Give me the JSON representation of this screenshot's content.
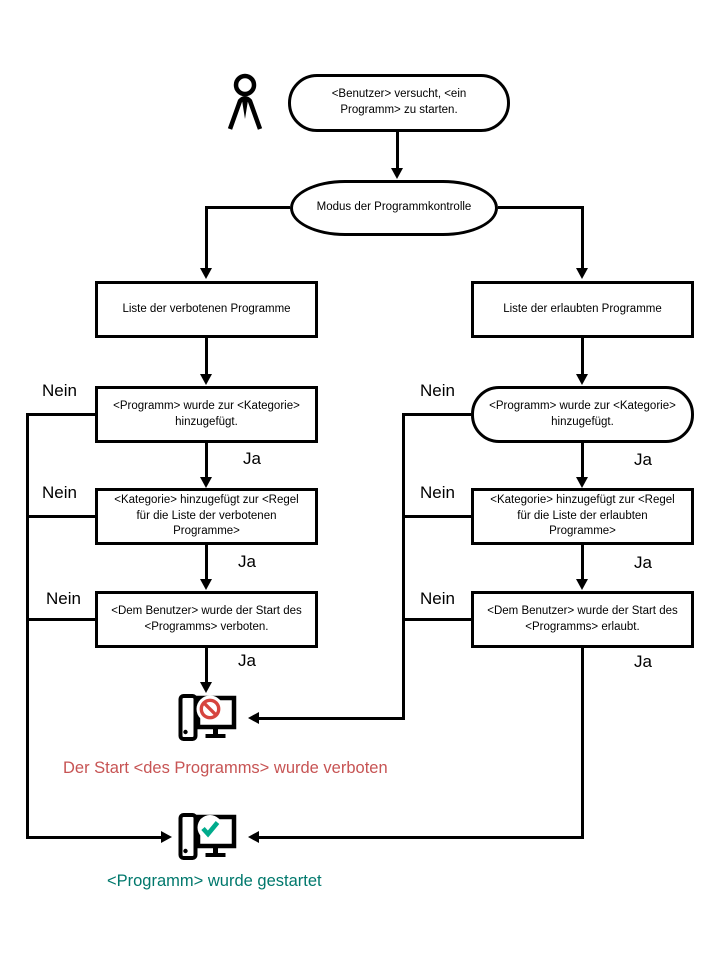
{
  "flow": {
    "start": "<Benutzer> versucht, <ein Programm> zu starten.",
    "mode": "Modus der Programmkontrolle",
    "branch_left": {
      "list": "Liste der verbotenen Programme",
      "check_category": "<Programm> wurde zur <Kategorie> hinzugefügt.",
      "check_rule": "<Kategorie> hinzugefügt zur <Regel für die Liste der verbotenen Programme>",
      "check_user": "<Dem Benutzer> wurde der Start des <Programms> verboten."
    },
    "branch_right": {
      "list": "Liste der erlaubten Programme",
      "check_category": "<Programm> wurde zur <Kategorie> hinzugefügt.",
      "check_rule": "<Kategorie> hinzugefügt zur <Regel für die Liste der erlaubten Programme>",
      "check_user": "<Dem Benutzer> wurde der Start des <Programms> erlaubt."
    },
    "labels": {
      "yes": "Ja",
      "no": "Nein"
    },
    "outcome_denied": {
      "text": "Der Start <des Programms> wurde verboten"
    },
    "outcome_started": {
      "text": "<Programm> wurde gestartet"
    },
    "colors": {
      "line": "#000000",
      "denied_sign": "#d6443e",
      "denied_text": "#c75454",
      "check": "#00ab8c",
      "started_text": "#00786c"
    }
  }
}
